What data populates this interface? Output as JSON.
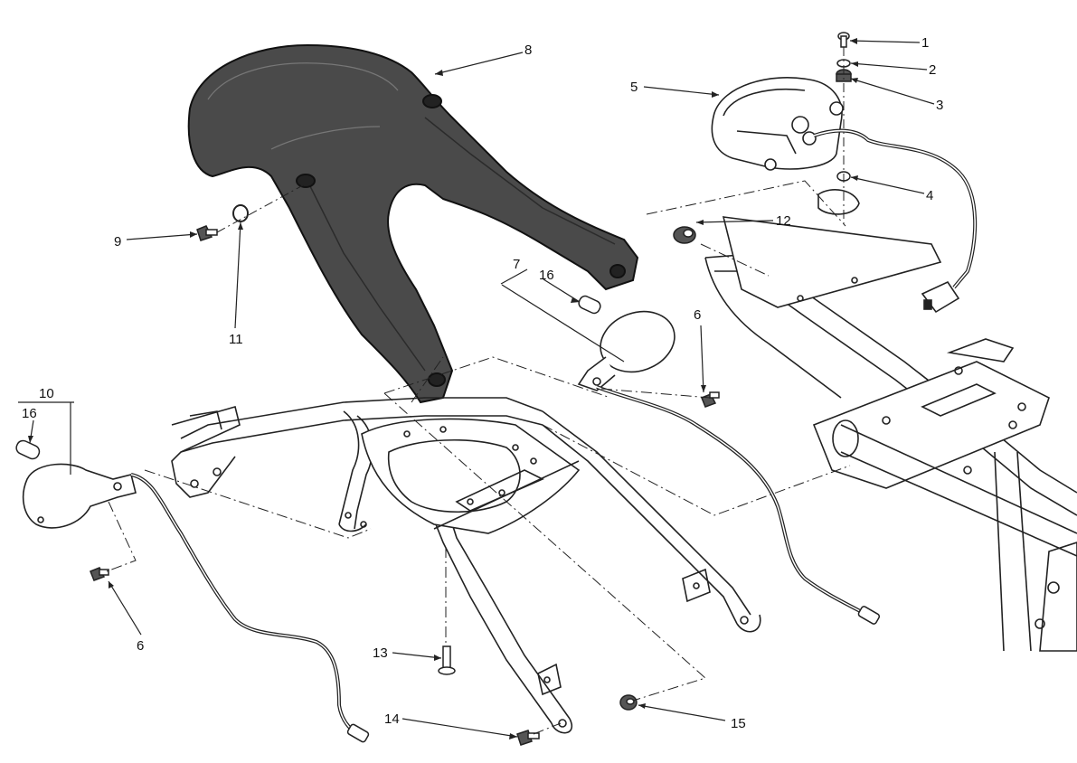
{
  "diagram": {
    "callouts": [
      {
        "id": "c1",
        "label": "1"
      },
      {
        "id": "c2",
        "label": "2"
      },
      {
        "id": "c3",
        "label": "3"
      },
      {
        "id": "c4",
        "label": "4"
      },
      {
        "id": "c5",
        "label": "5"
      },
      {
        "id": "c6a",
        "label": "6"
      },
      {
        "id": "c6b",
        "label": "6"
      },
      {
        "id": "c7",
        "label": "7"
      },
      {
        "id": "c8",
        "label": "8"
      },
      {
        "id": "c9",
        "label": "9"
      },
      {
        "id": "c10",
        "label": "10"
      },
      {
        "id": "c11",
        "label": "11"
      },
      {
        "id": "c12",
        "label": "12"
      },
      {
        "id": "c13",
        "label": "13"
      },
      {
        "id": "c14",
        "label": "14"
      },
      {
        "id": "c15",
        "label": "15"
      },
      {
        "id": "c16a",
        "label": "16"
      },
      {
        "id": "c16b",
        "label": "16"
      }
    ],
    "colors": {
      "line": "#222222",
      "part_fill": "#4a4a4a",
      "background": "#ffffff"
    }
  }
}
